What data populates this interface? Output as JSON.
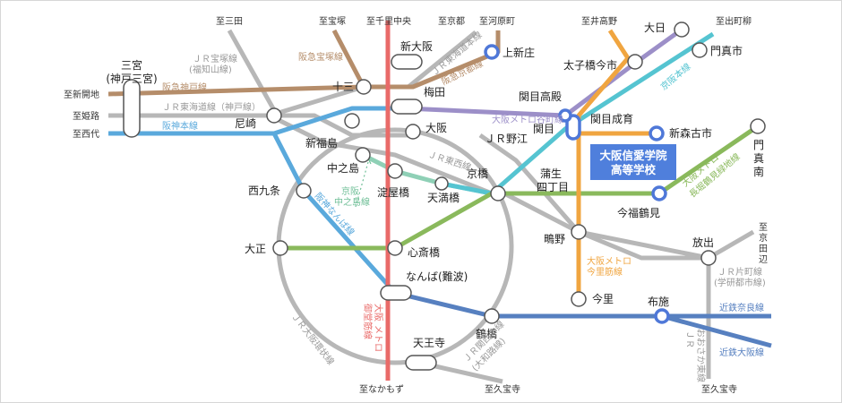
{
  "colors": {
    "jr_gray": "#b7b7b7",
    "hankyu_brown": "#b58d6a",
    "hanshin_blue": "#5aa9dc",
    "midosuji_red": "#e96a68",
    "tanimachi_purple": "#9c8fc8",
    "nagahori_green": "#8ab95c",
    "imazatosuji_orange": "#f0a540",
    "keihan_teal": "#55c4d1",
    "kintetsu_blue": "#5780c0",
    "accent_blue": "#4f78d8",
    "school_box": "#4f7fdc"
  },
  "school": {
    "line1": "大阪信愛学院",
    "line2": "高等学校"
  },
  "stations": {
    "sannomiya_1": "三宮",
    "sannomiya_2": "(神戸三宮)",
    "amagasaki": "尼崎",
    "shinfukushima": "新福島",
    "nakanoshima": "中之島",
    "nishikujo": "西九条",
    "taisho": "大正",
    "juso": "十三",
    "shinosaka": "新大阪",
    "umeda": "梅田",
    "osaka": "大阪",
    "yodoyabashi": "淀屋橋",
    "temmabashi": "天満橋",
    "kyobashi": "京橋",
    "shinsaibashi": "心斎橋",
    "namba": "なんば(難波)",
    "tsuruhashi": "鶴橋",
    "tennoji": "天王寺",
    "kamishinjo": "上新庄",
    "sekimetakadono": "関目高殿",
    "sekime": "関目",
    "sekimeseiiku": "関目成育",
    "shinmoriguchi": "新森古市",
    "taishibashi": "太子橋今市",
    "dainichi": "大日",
    "kadomashi": "門真市",
    "kadomaminami_1": "門",
    "kadomaminami_2": "真",
    "kadomaminami_3": "南",
    "jr_noe": "ＪＲ野江",
    "gamo_1": "蒲生",
    "gamo_2": "四丁目",
    "imafukutsurumi": "今福鶴見",
    "shigino": "鴫野",
    "imazato": "今里",
    "hanaten": "放出",
    "fuse": "布施"
  },
  "destinations": {
    "to_shinkaichi": "至新開地",
    "to_himeji": "至姫路",
    "to_nishidai": "至西代",
    "to_sanda": "至三田",
    "to_takarazuka": "至宝塚",
    "to_senrichuo": "至千里中央",
    "to_kyoto": "至京都",
    "to_kawaramachi": "至河原町",
    "to_idakano": "至井高野",
    "to_demachiyanagi": "至出町柳",
    "to_kyotanabe_1": "至",
    "to_kyotanabe_2": "京",
    "to_kyotanabe_3": "田",
    "to_kyotanabe_4": "辺",
    "to_nakamozu": "至なかもず",
    "to_kyuhoji_1": "至久宝寺",
    "to_kyuhoji_2": "至久宝寺"
  },
  "line_labels": {
    "jr_takarazuka_1": "ＪＲ宝塚線",
    "jr_takarazuka_2": "(福知山線)",
    "hankyu_takarazuka": "阪急宝塚線",
    "hankyu_kobe": "阪急神戸線",
    "jr_kobe": "ＪＲ東海道線（神戸線）",
    "hanshin_main": "阪神本線",
    "jr_tokaido": "ＪＲ東海道本線",
    "hankyu_kyoto": "阪急京都線",
    "keihan_main": "京阪本線",
    "tanimachi": "大阪メトロ谷町線",
    "jr_tozai": "ＪＲ東西線",
    "keihan_nakanoshima_1": "京阪",
    "keihan_nakanoshima_2": "中之島線",
    "hanshin_namba": "阪神なんば線",
    "nagahori_1": "大阪メトロ",
    "nagahori_2": "長堀鶴見緑地線",
    "imazatosuji_1": "大阪メトロ",
    "imazatosuji_2": "今里筋線",
    "jr_katamachi_1": "ＪＲ片町線",
    "jr_katamachi_2": "(学研都市線)",
    "kintetsu_nara": "近鉄奈良線",
    "kintetsu_osaka": "近鉄大阪線",
    "midosuji_1": "大阪",
    "midosuji_2": "メトロ",
    "midosuji_3": "御堂筋線",
    "jr_loop": "ＪＲ大阪環状線",
    "jr_kansai_1": "ＪＲ関西本線",
    "jr_kansai_2": "(大和路線)",
    "jr_osakahigashi_1": "ＪＲ",
    "jr_osakahigashi_2": "おおさか東線"
  }
}
